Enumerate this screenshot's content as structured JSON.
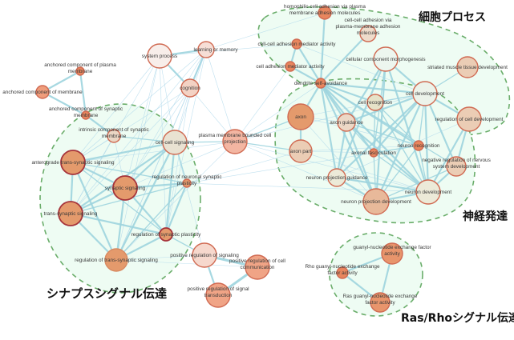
{
  "diagram": {
    "type": "enrichment-network",
    "colors": {
      "cluster_fill": "#eefcf3",
      "cluster_stroke": "#6aad6a",
      "edge": "#9dd4de",
      "edge_thin": "#a9d6ea",
      "node_stroke": "#d06a52",
      "node_stroke_dark": "#a6333a"
    },
    "clusters": [
      {
        "id": "cell",
        "title": "細胞プロセス"
      },
      {
        "id": "neuro",
        "title": "神経発達"
      },
      {
        "id": "synapse",
        "title": "シナプスシグナル伝達"
      },
      {
        "id": "rasrho",
        "title": "Ras/Rhoシグナル伝達"
      }
    ],
    "nodes": [
      {
        "id": "system_process",
        "label": [
          "system process"
        ],
        "fill": "#f8eeea",
        "stroke": "#d06a52"
      },
      {
        "id": "learning_memory",
        "label": [
          "learning or memory"
        ],
        "fill": "#f6ded6",
        "stroke": "#d06a52"
      },
      {
        "id": "cognition",
        "label": [
          "cognition"
        ],
        "fill": "#f3d2c4",
        "stroke": "#d06a52"
      },
      {
        "id": "anch_plasma",
        "label": [
          "anchored component of plasma",
          "membrane"
        ],
        "fill": "#e8865e",
        "stroke": "#d06a52"
      },
      {
        "id": "anch_membrane",
        "label": [
          "anchored component of membrane"
        ],
        "fill": "#ef9d7c",
        "stroke": "#d06a52"
      },
      {
        "id": "anch_synaptic",
        "label": [
          "anchored component of synaptic",
          "membrane"
        ],
        "fill": "#e8865e",
        "stroke": "#d06a52"
      },
      {
        "id": "intrinsic_synaptic",
        "label": [
          "intrinsic component of synaptic",
          "membrane"
        ],
        "fill": "#ebd7c4",
        "stroke": "#d06a52"
      },
      {
        "id": "cell_cell_signaling",
        "label": [
          "cell-cell signaling"
        ],
        "fill": "#e9e2d2",
        "stroke": "#d06a52"
      },
      {
        "id": "plasma_bounded",
        "label": [
          "plasma membrane bounded cell",
          "projection"
        ],
        "fill": "#f3b6a2",
        "stroke": "#d06a52"
      },
      {
        "id": "anterograde",
        "label": [
          "anterograde trans-synaptic signaling"
        ],
        "fill": "#e49a6c",
        "stroke": "#a6333a"
      },
      {
        "id": "synaptic_signaling",
        "label": [
          "synaptic signaling"
        ],
        "fill": "#e49a6c",
        "stroke": "#a6333a"
      },
      {
        "id": "reg_neuronal_plasticity",
        "label": [
          "regulation of neuronal synaptic",
          "plasticity"
        ],
        "fill": "#e49a6c",
        "stroke": "#d06a52"
      },
      {
        "id": "trans_synaptic",
        "label": [
          "trans-synaptic signaling"
        ],
        "fill": "#e49a6c",
        "stroke": "#a6333a"
      },
      {
        "id": "reg_synaptic_plasticity",
        "label": [
          "regulation of synaptic plasticity"
        ],
        "fill": "#e49a6c",
        "stroke": "#a6333a"
      },
      {
        "id": "reg_trans_synaptic",
        "label": [
          "regulation of trans-synaptic signaling"
        ],
        "fill": "#e49a6c",
        "stroke": "#d88a62"
      },
      {
        "id": "pos_reg_signaling",
        "label": [
          "positive regulation of signaling"
        ],
        "fill": "#f6d8cd",
        "stroke": "#d06a52"
      },
      {
        "id": "pos_reg_comm",
        "label": [
          "positive regulation of cell",
          "communication"
        ],
        "fill": "#f0a486",
        "stroke": "#d06a52"
      },
      {
        "id": "pos_reg_transduction",
        "label": [
          "positive regulation of signal",
          "transduction"
        ],
        "fill": "#f0a486",
        "stroke": "#d06a52"
      },
      {
        "id": "homophilic",
        "label": [
          "homophilic cell adhesion via plasma",
          "membrane adhesion molecules"
        ],
        "fill": "#e8865e",
        "stroke": "#d06a52"
      },
      {
        "id": "cc_adhesion_plasma",
        "label": [
          "cell-cell adhesion via",
          "plasma-membrane adhesion",
          "molecules"
        ],
        "fill": "#eedccb",
        "stroke": "#d06a52"
      },
      {
        "id": "cc_adhesion_mediator",
        "label": [
          "cell-cell adhesion mediator activity"
        ],
        "fill": "#e8865e",
        "stroke": "#d06a52"
      },
      {
        "id": "cell_adhesion_mediator",
        "label": [
          "cell adhesion mediator activity"
        ],
        "fill": "#e8865e",
        "stroke": "#d06a52"
      },
      {
        "id": "dendrite",
        "label": [
          "dendrite self-avoidance"
        ],
        "fill": "#e8865e",
        "stroke": "#d06a52"
      },
      {
        "id": "cc_morphogenesis",
        "label": [
          "cellular component morphogenesis"
        ],
        "fill": "#edf6ef",
        "stroke": "#d06a52"
      },
      {
        "id": "striated",
        "label": [
          "striated muscle tissue development"
        ],
        "fill": "#ebcdb5",
        "stroke": "#d06a52"
      },
      {
        "id": "cell_development",
        "label": [
          "cell development"
        ],
        "fill": "#ecf3ea",
        "stroke": "#d06a52"
      },
      {
        "id": "cell_recognition",
        "label": [
          "cell recognition"
        ],
        "fill": "#e6e2c8",
        "stroke": "#d06a52"
      },
      {
        "id": "reg_cell_development",
        "label": [
          "regulation of cell development"
        ],
        "fill": "#ebcdb5",
        "stroke": "#d06a52"
      },
      {
        "id": "axon",
        "label": [
          "axon"
        ],
        "fill": "#e49a6c",
        "stroke": "#d06a52"
      },
      {
        "id": "axon_guidance",
        "label": [
          "axon guidance"
        ],
        "fill": "#ecd8c6",
        "stroke": "#d06a52"
      },
      {
        "id": "axon_part",
        "label": [
          "axon part"
        ],
        "fill": "#ebcdb5",
        "stroke": "#d06a52"
      },
      {
        "id": "axonal_fasciculation",
        "label": [
          "axonal fasciculation"
        ],
        "fill": "#e8865e",
        "stroke": "#d06a52"
      },
      {
        "id": "neuron_recognition",
        "label": [
          "neuron recognition"
        ],
        "fill": "#e8865e",
        "stroke": "#d06a52"
      },
      {
        "id": "neg_reg_nervous",
        "label": [
          "negative regulation of nervous",
          "system development"
        ],
        "fill": "#ebcdb5",
        "stroke": "#d06a52"
      },
      {
        "id": "neuron_proj_guidance",
        "label": [
          "neuron projection guidance"
        ],
        "fill": "#ecead8",
        "stroke": "#d06a52"
      },
      {
        "id": "neuron_development",
        "label": [
          "neuron development"
        ],
        "fill": "#ecead8",
        "stroke": "#d06a52"
      },
      {
        "id": "neuron_proj_development",
        "label": [
          "neuron projection development"
        ],
        "fill": "#e8b99a",
        "stroke": "#d06a52"
      },
      {
        "id": "guanyl_gef",
        "label": [
          "guanyl-nucleotide exchange factor",
          "activity"
        ],
        "fill": "#e8956c",
        "stroke": "#d06a52"
      },
      {
        "id": "rho_gef",
        "label": [
          "Rho guanyl-nucleotide exchange",
          "factor activity"
        ],
        "fill": "#e8865e",
        "stroke": "#d06a52"
      },
      {
        "id": "ras_gef",
        "label": [
          "Ras guanyl-nucleotide exchange",
          "factor activity"
        ],
        "fill": "#e8956c",
        "stroke": "#d06a52"
      }
    ],
    "edges": [
      [
        "anch_plasma",
        "anch_membrane",
        3
      ],
      [
        "anch_plasma",
        "anch_synaptic",
        3
      ],
      [
        "anch_membrane",
        "anch_synaptic",
        3
      ],
      [
        "anch_synaptic",
        "intrinsic_synaptic",
        3
      ],
      [
        "system_process",
        "learning_memory",
        3
      ],
      [
        "system_process",
        "cognition",
        3
      ],
      [
        "learning_memory",
        "cognition",
        3
      ],
      [
        "system_process",
        "cell_cell_signaling",
        1
      ],
      [
        "system_process",
        "synaptic_signaling",
        1
      ],
      [
        "system_process",
        "anterograde",
        1
      ],
      [
        "system_process",
        "trans_synaptic",
        1
      ],
      [
        "system_process",
        "reg_trans_synaptic",
        1
      ],
      [
        "system_process",
        "reg_synaptic_plasticity",
        1
      ],
      [
        "learning_memory",
        "cell_cell_signaling",
        1
      ],
      [
        "learning_memory",
        "synaptic_signaling",
        1
      ],
      [
        "learning_memory",
        "reg_synaptic_plasticity",
        1
      ],
      [
        "learning_memory",
        "trans_synaptic",
        1
      ],
      [
        "learning_memory",
        "anterograde",
        1
      ],
      [
        "learning_memory",
        "plasma_bounded",
        1
      ],
      [
        "learning_memory",
        "homophilic",
        1
      ],
      [
        "learning_memory",
        "reg_trans_synaptic",
        1
      ],
      [
        "cognition",
        "cell_cell_signaling",
        1
      ],
      [
        "cognition",
        "synaptic_signaling",
        1
      ],
      [
        "cognition",
        "reg_synaptic_plasticity",
        1
      ],
      [
        "cognition",
        "anterograde",
        1
      ],
      [
        "cognition",
        "trans_synaptic",
        1
      ],
      [
        "cognition",
        "plasma_bounded",
        1
      ],
      [
        "cognition",
        "reg_trans_synaptic",
        1
      ],
      [
        "cell_cell_signaling",
        "anterograde",
        3
      ],
      [
        "cell_cell_signaling",
        "synaptic_signaling",
        3
      ],
      [
        "cell_cell_signaling",
        "trans_synaptic",
        3
      ],
      [
        "cell_cell_signaling",
        "reg_trans_synaptic",
        3
      ],
      [
        "cell_cell_signaling",
        "reg_synaptic_plasticity",
        3
      ],
      [
        "cell_cell_signaling",
        "reg_neuronal_plasticity",
        2
      ],
      [
        "cell_cell_signaling",
        "intrinsic_synaptic",
        2
      ],
      [
        "cell_cell_signaling",
        "plasma_bounded",
        2
      ],
      [
        "cell_cell_signaling",
        "pos_reg_signaling",
        1
      ],
      [
        "anterograde",
        "synaptic_signaling",
        3
      ],
      [
        "anterograde",
        "trans_synaptic",
        3
      ],
      [
        "anterograde",
        "reg_trans_synaptic",
        3
      ],
      [
        "anterograde",
        "reg_synaptic_plasticity",
        2
      ],
      [
        "anterograde",
        "reg_neuronal_plasticity",
        2
      ],
      [
        "synaptic_signaling",
        "trans_synaptic",
        3
      ],
      [
        "synaptic_signaling",
        "reg_trans_synaptic",
        3
      ],
      [
        "synaptic_signaling",
        "reg_synaptic_plasticity",
        3
      ],
      [
        "synaptic_signaling",
        "reg_neuronal_plasticity",
        3
      ],
      [
        "trans_synaptic",
        "reg_trans_synaptic",
        3
      ],
      [
        "trans_synaptic",
        "reg_synaptic_plasticity",
        3
      ],
      [
        "trans_synaptic",
        "reg_neuronal_plasticity",
        2
      ],
      [
        "reg_trans_synaptic",
        "reg_synaptic_plasticity",
        3
      ],
      [
        "reg_trans_synaptic",
        "reg_neuronal_plasticity",
        2
      ],
      [
        "reg_synaptic_plasticity",
        "reg_neuronal_plasticity",
        3
      ],
      [
        "reg_synaptic_plasticity",
        "pos_reg_signaling",
        2
      ],
      [
        "reg_trans_synaptic",
        "pos_reg_signaling",
        1
      ],
      [
        "reg_trans_synaptic",
        "pos_reg_comm",
        1
      ],
      [
        "intrinsic_synaptic",
        "synaptic_signaling",
        1
      ],
      [
        "intrinsic_synaptic",
        "anterograde",
        1
      ],
      [
        "intrinsic_synaptic",
        "trans_synaptic",
        1
      ],
      [
        "pos_reg_signaling",
        "pos_reg_comm",
        4
      ],
      [
        "pos_reg_signaling",
        "pos_reg_transduction",
        3
      ],
      [
        "pos_reg_comm",
        "pos_reg_transduction",
        4
      ],
      [
        "plasma_bounded",
        "axon",
        2
      ],
      [
        "plasma_bounded",
        "axon_part",
        2
      ],
      [
        "plasma_bounded",
        "dendrite",
        1
      ],
      [
        "plasma_bounded",
        "neuron_proj_development",
        1
      ],
      [
        "plasma_bounded",
        "neuron_development",
        1
      ],
      [
        "plasma_bounded",
        "cell_development",
        1
      ],
      [
        "plasma_bounded",
        "reg_trans_synaptic",
        1
      ],
      [
        "plasma_bounded",
        "synaptic_signaling",
        1
      ],
      [
        "plasma_bounded",
        "anterograde",
        1
      ],
      [
        "reg_neuronal_plasticity",
        "neuron_recognition",
        1
      ],
      [
        "reg_neuronal_plasticity",
        "axon_part",
        1
      ],
      [
        "reg_neuronal_plasticity",
        "neuron_development",
        1
      ],
      [
        "homophilic",
        "dendrite",
        3
      ],
      [
        "cc_adhesion_plasma",
        "dendrite",
        3
      ],
      [
        "cc_adhesion_mediator",
        "cell_adhesion_mediator",
        3
      ],
      [
        "cc_adhesion_mediator",
        "dendrite",
        3
      ],
      [
        "cell_adhesion_mediator",
        "dendrite",
        3
      ],
      [
        "cc_adhesion_mediator",
        "cell_development",
        1
      ],
      [
        "cell_adhesion_mediator",
        "plasma_bounded",
        1
      ],
      [
        "cc_adhesion_mediator",
        "system_process",
        1
      ],
      [
        "dendrite",
        "cell_development",
        3
      ],
      [
        "dendrite",
        "cell_recognition",
        3
      ],
      [
        "dendrite",
        "axon_guidance",
        3
      ],
      [
        "dendrite",
        "axon",
        3
      ],
      [
        "dendrite",
        "axonal_fasciculation",
        3
      ],
      [
        "dendrite",
        "neuron_recognition",
        3
      ],
      [
        "dendrite",
        "neuron_proj_guidance",
        3
      ],
      [
        "dendrite",
        "neuron_development",
        3
      ],
      [
        "dendrite",
        "neuron_proj_development",
        3
      ],
      [
        "dendrite",
        "neg_reg_nervous",
        2
      ],
      [
        "cc_morphogenesis",
        "cell_development",
        3
      ],
      [
        "cc_morphogenesis",
        "neuron_development",
        3
      ],
      [
        "cc_morphogenesis",
        "neuron_proj_development",
        3
      ],
      [
        "cc_morphogenesis",
        "axon_guidance",
        3
      ],
      [
        "cc_morphogenesis",
        "neuron_proj_guidance",
        3
      ],
      [
        "cc_morphogenesis",
        "axonal_fasciculation",
        2
      ],
      [
        "striated",
        "cell_development",
        2
      ],
      [
        "cell_development",
        "reg_cell_development",
        3
      ],
      [
        "cell_development",
        "neuron_development",
        3
      ],
      [
        "cell_development",
        "neuron_proj_development",
        3
      ],
      [
        "cell_development",
        "axon_guidance",
        3
      ],
      [
        "cell_development",
        "neuron_proj_guidance",
        3
      ],
      [
        "cell_development",
        "neg_reg_nervous",
        3
      ],
      [
        "cell_development",
        "axonal_fasciculation",
        3
      ],
      [
        "cell_development",
        "neuron_recognition",
        2
      ],
      [
        "cell_development",
        "cell_recognition",
        2
      ],
      [
        "cell_development",
        "axon",
        1
      ],
      [
        "reg_cell_development",
        "neg_reg_nervous",
        3
      ],
      [
        "reg_cell_development",
        "neuron_development",
        3
      ],
      [
        "reg_cell_development",
        "neuron_proj_guidance",
        1
      ],
      [
        "cell_recognition",
        "neuron_recognition",
        2
      ],
      [
        "cell_recognition",
        "axonal_fasciculation",
        2
      ],
      [
        "cell_recognition",
        "neuron_development",
        2
      ],
      [
        "axon",
        "axon_part",
        3
      ],
      [
        "axon",
        "axon_guidance",
        1
      ],
      [
        "axon",
        "neuron_proj_development",
        1
      ],
      [
        "axon",
        "neuron_recognition",
        1
      ],
      [
        "axon_guidance",
        "neuron_proj_guidance",
        3
      ],
      [
        "axon_guidance",
        "neuron_development",
        3
      ],
      [
        "axon_guidance",
        "neuron_proj_development",
        3
      ],
      [
        "axon_guidance",
        "axonal_fasciculation",
        2
      ],
      [
        "axon_guidance",
        "neuron_recognition",
        2
      ],
      [
        "axon_part",
        "neuron_recognition",
        1
      ],
      [
        "axon_part",
        "axonal_fasciculation",
        1
      ],
      [
        "axon_part",
        "neuron_development",
        1
      ],
      [
        "axonal_fasciculation",
        "neuron_recognition",
        2
      ],
      [
        "axonal_fasciculation",
        "neuron_development",
        2
      ],
      [
        "axonal_fasciculation",
        "neuron_proj_development",
        2
      ],
      [
        "neuron_recognition",
        "neuron_development",
        2
      ],
      [
        "neuron_recognition",
        "neuron_proj_development",
        2
      ],
      [
        "neuron_proj_guidance",
        "neuron_development",
        3
      ],
      [
        "neuron_proj_guidance",
        "neuron_proj_development",
        3
      ],
      [
        "neuron_development",
        "neuron_proj_development",
        3
      ],
      [
        "neg_reg_nervous",
        "neuron_development",
        3
      ],
      [
        "neg_reg_nervous",
        "neuron_proj_development",
        2
      ],
      [
        "guanyl_gef",
        "rho_gef",
        3
      ],
      [
        "guanyl_gef",
        "ras_gef",
        3
      ],
      [
        "rho_gef",
        "ras_gef",
        3
      ]
    ]
  }
}
